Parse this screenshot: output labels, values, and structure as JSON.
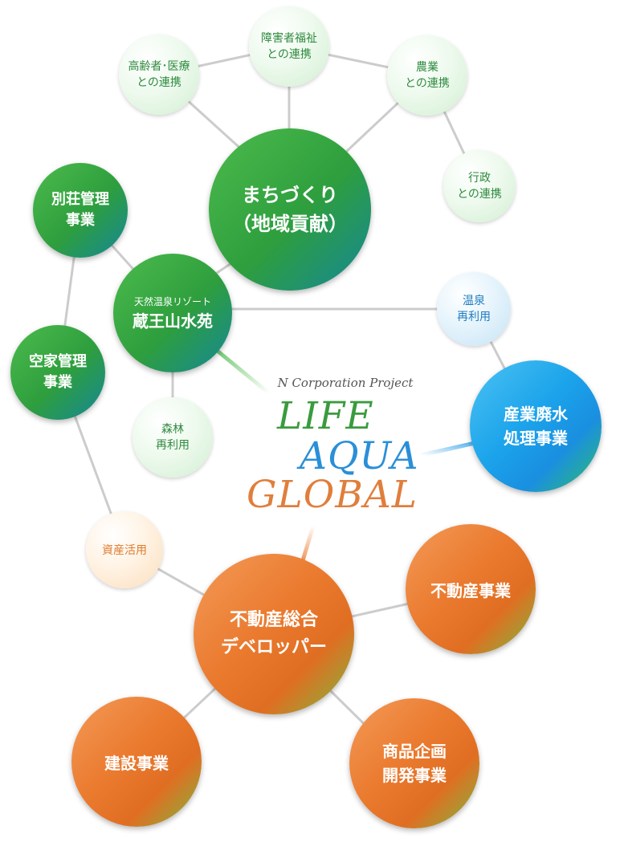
{
  "colors": {
    "pale_green_text": "#2e8a3e",
    "pale_blue_text": "#1f7cc0",
    "pale_orange_text": "#e07a2a",
    "green_node": "#2e9e3e",
    "blue_node": "#1ba3eb",
    "orange_node": "#ea7a2e",
    "link_line": "#cccccc"
  },
  "center": {
    "project_label": "N Corporation Project",
    "words": [
      "LIFE",
      "AQUA",
      "GLOBAL"
    ]
  },
  "nodes": {
    "elderly_medical": [
      "高齢者･医療",
      "との連携"
    ],
    "disability_welfare": [
      "障害者福祉",
      "との連携"
    ],
    "agriculture": [
      "農業",
      "との連携"
    ],
    "administration": [
      "行政",
      "との連携"
    ],
    "town_planning": [
      "まちづくり",
      "（地域貢献）"
    ],
    "villa_management": [
      "別荘管理",
      "事業"
    ],
    "zao_resort": [
      "天然温泉リゾート",
      "蔵王山水苑"
    ],
    "vacant_house": [
      "空家管理",
      "事業"
    ],
    "forest_reuse": [
      "森林",
      "再利用"
    ],
    "hotspring_reuse": [
      "温泉",
      "再利用"
    ],
    "industrial_wastewater": [
      "産業廃水",
      "処理事業"
    ],
    "asset_utilization": [
      "資産活用"
    ],
    "developer": [
      "不動産総合",
      "デベロッパー"
    ],
    "real_estate": [
      "不動産事業"
    ],
    "construction": [
      "建設事業"
    ],
    "product_planning": [
      "商品企画",
      "開発事業"
    ]
  }
}
